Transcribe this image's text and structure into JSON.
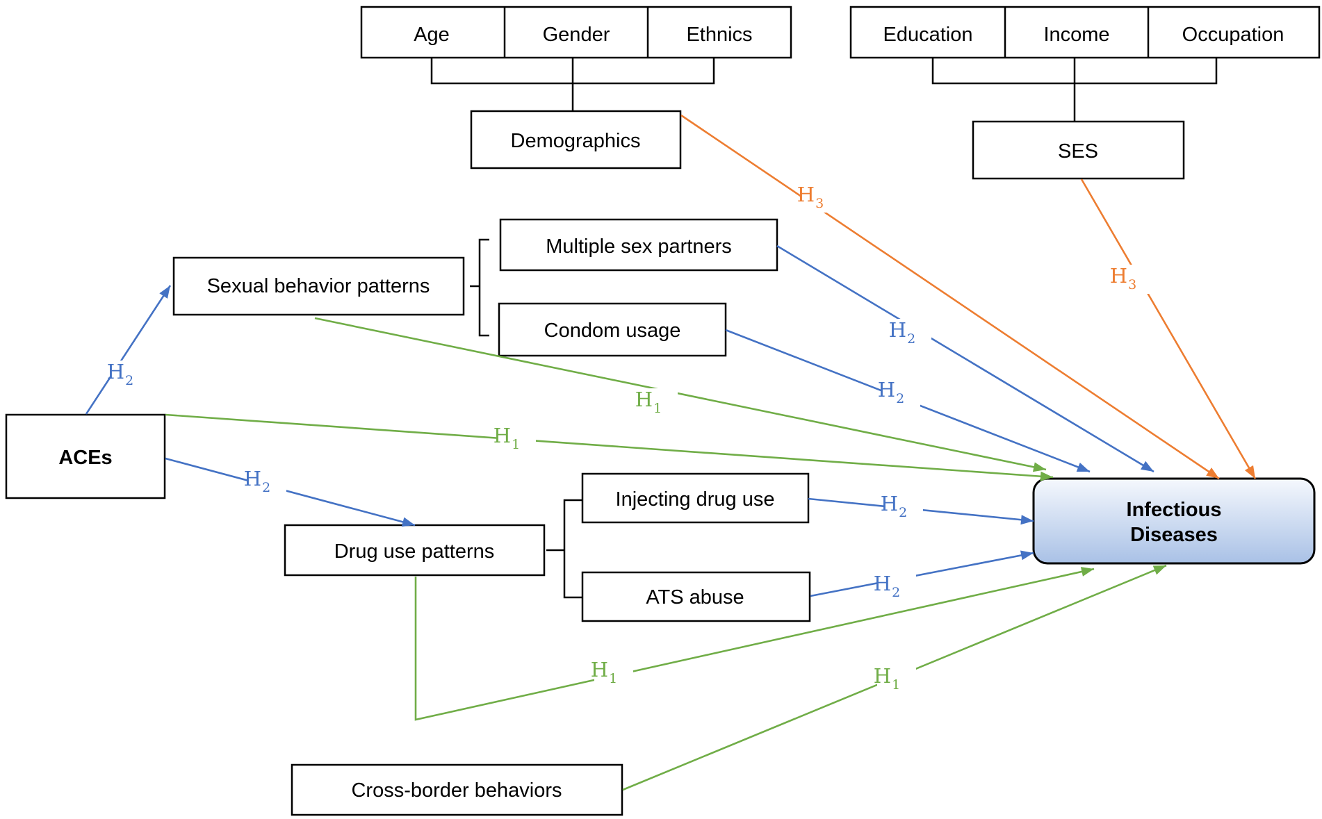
{
  "colors": {
    "h1": "#70ad47",
    "h2": "#4472c4",
    "h3": "#ed7d31",
    "outcome_top": "#f5f8fd",
    "outcome_bottom": "#a9c1e6"
  },
  "nodes": {
    "age": "Age",
    "gender": "Gender",
    "ethnics": "Ethnics",
    "education": "Education",
    "income": "Income",
    "occupation": "Occupation",
    "demographics": "Demographics",
    "ses": "SES",
    "sexual_behavior": "Sexual behavior patterns",
    "multiple_partners": "Multiple sex partners",
    "condom_usage": "Condom usage",
    "aces": "ACEs",
    "drug_use": "Drug use patterns",
    "injecting": "Injecting drug use",
    "ats": "ATS abuse",
    "cross_border": "Cross-border behaviors",
    "infectious_line1": "Infectious",
    "infectious_line2": "Diseases"
  },
  "hypotheses": {
    "h1": {
      "letter": "H",
      "sub": "1"
    },
    "h2": {
      "letter": "H",
      "sub": "2"
    },
    "h3": {
      "letter": "H",
      "sub": "3"
    }
  }
}
